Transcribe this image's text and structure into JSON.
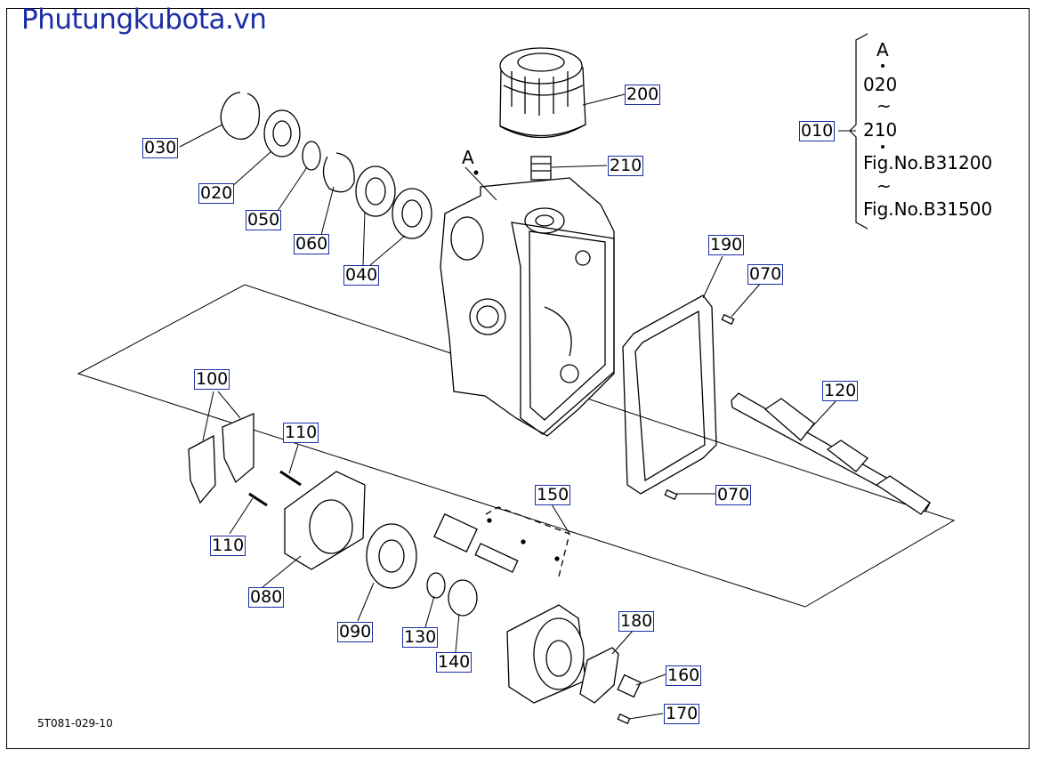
{
  "header": {
    "watermark": "Phutungkubota.vn"
  },
  "footer": {
    "drawing_code": "5T081-029-10"
  },
  "diagram": {
    "view_label": "A",
    "colors": {
      "callout_border": "#1a2ea6",
      "watermark": "#1a2ea6",
      "line": "#000000"
    },
    "parts": [
      {
        "id": "030",
        "label": "030"
      },
      {
        "id": "020",
        "label": "020"
      },
      {
        "id": "050",
        "label": "050"
      },
      {
        "id": "060",
        "label": "060"
      },
      {
        "id": "040",
        "label": "040"
      },
      {
        "id": "200",
        "label": "200"
      },
      {
        "id": "210",
        "label": "210"
      },
      {
        "id": "190",
        "label": "190"
      },
      {
        "id": "070a",
        "label": "070"
      },
      {
        "id": "070b",
        "label": "070"
      },
      {
        "id": "120",
        "label": "120"
      },
      {
        "id": "100",
        "label": "100"
      },
      {
        "id": "110a",
        "label": "110"
      },
      {
        "id": "110b",
        "label": "110"
      },
      {
        "id": "150",
        "label": "150"
      },
      {
        "id": "080",
        "label": "080"
      },
      {
        "id": "090",
        "label": "090"
      },
      {
        "id": "130",
        "label": "130"
      },
      {
        "id": "140",
        "label": "140"
      },
      {
        "id": "180",
        "label": "180"
      },
      {
        "id": "160",
        "label": "160"
      },
      {
        "id": "170",
        "label": "170"
      },
      {
        "id": "010",
        "label": "010"
      }
    ],
    "assembly_ref": {
      "view": "A",
      "from": "020",
      "to": "210",
      "range_mark": "~",
      "fig_from": "Fig.No.B31200",
      "fig_to": "Fig.No.B31500"
    }
  }
}
